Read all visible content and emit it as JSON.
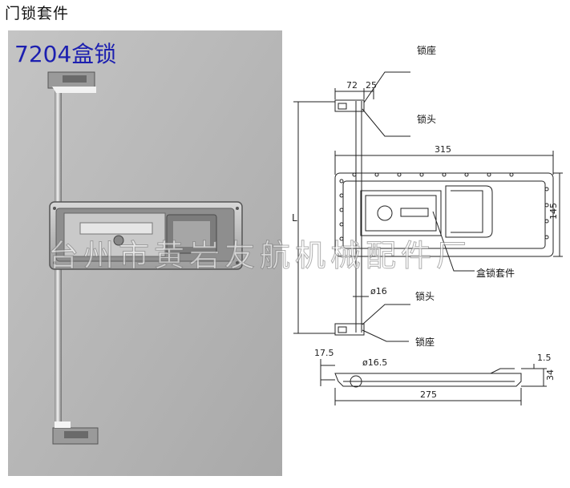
{
  "page": {
    "title": "门锁套件"
  },
  "photo": {
    "caption": "7204盒锁",
    "caption_color": "#1c1fb0"
  },
  "drawing": {
    "labels": {
      "lock_seat_top": "锁座",
      "lock_head_top": "锁头",
      "box_lock_kit": "盒锁套件",
      "lock_head_bottom": "锁头",
      "lock_seat_bottom": "锁座"
    },
    "dimensions": {
      "d72": "72",
      "d25": "25",
      "d315": "315",
      "d145": "145",
      "dL": "L",
      "d16": "ø16",
      "d17_5": "17.5",
      "d16_5": "ø16.5",
      "d1_5": "1.5",
      "d34": "34",
      "d275": "275"
    }
  },
  "watermark": {
    "text": "台州市黄岩友航机械配件厂"
  }
}
